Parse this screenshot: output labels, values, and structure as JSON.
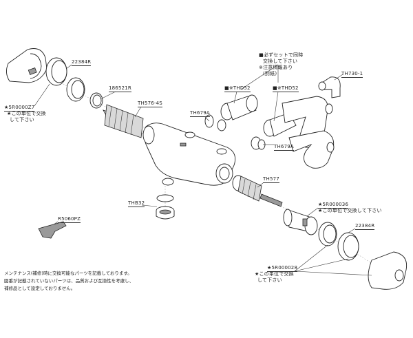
{
  "labels": {
    "p22384r_top": "22384R",
    "p5r0000z7": "★5R0000Z7",
    "p5r0000z7_note1": "★この単位で交換",
    "p5r0000z7_note2": "して下さい",
    "p186521r": "186521R",
    "th576": "TH576-4S",
    "set_note1": "■必ずセットで同時",
    "set_note2": "交換して下さい",
    "set_note3": "※注意情報あり",
    "set_note4": "(別紙)",
    "th730": "TH730-1",
    "thd52_a": "■※THD52",
    "thd52_b": "■※THD52",
    "th679a_a": "TH679A",
    "th679a_b": "TH679A",
    "th577": "TH577",
    "thb32": "THB32",
    "p5r000036": "★5R000036",
    "p5r000036_note": "★この単位で交換して下さい",
    "p22384r_bottom": "22384R",
    "p5r000028": "★5R000028",
    "p5r000028_note1": "★この単位で交換",
    "p5r000028_note2": "して下さい",
    "r5060pz": "R5060PZ"
  },
  "footer": {
    "line1": "メンテナンス(補修)時に交換可能なパーツを記載しております。",
    "line2": "図番が記載されていないパーツは、品質および互換性を考慮し、",
    "line3": "補修品として設定しておりません。"
  }
}
